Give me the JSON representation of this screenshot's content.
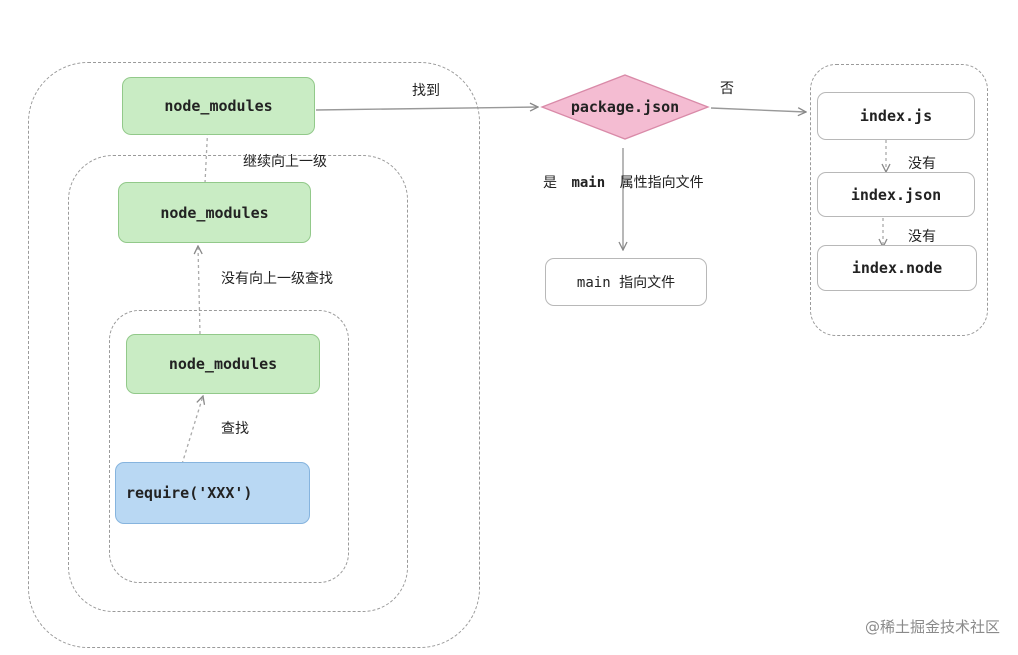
{
  "nodes": {
    "node_modules_top": "node_modules",
    "node_modules_mid": "node_modules",
    "node_modules_inner": "node_modules",
    "require": "require('XXX')",
    "package_json": "package.json",
    "main_target": "main 指向文件",
    "index_js": "index.js",
    "index_json": "index.json",
    "index_node": "index.node"
  },
  "labels": {
    "found": "找到",
    "continue_up": "继续向上一级",
    "not_found_up": "没有向上一级查找",
    "lookup": "查找",
    "no": "否",
    "yes_prefix": "是",
    "yes_main": "main",
    "yes_suffix": "属性指向文件",
    "none_1": "没有",
    "none_2": "没有"
  },
  "watermark": "@稀土掘金技术社区",
  "colors": {
    "green_fill": "#c9ecc4",
    "blue_fill": "#b9d8f3",
    "diamond_fill": "#f4bcd2",
    "dashed_border": "#9a9a9a"
  }
}
